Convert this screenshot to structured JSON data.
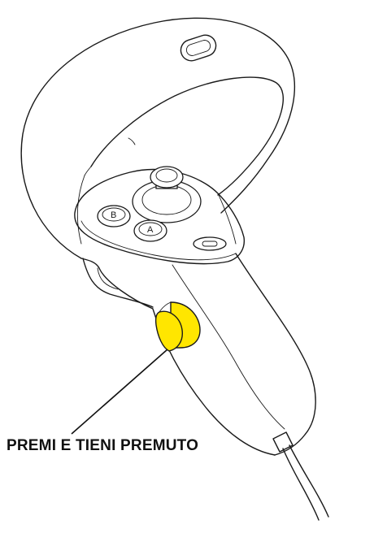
{
  "callout": {
    "label": "PREMI E TIENI PREMUTO"
  },
  "buttons": {
    "b_label": "B",
    "a_label": "A"
  },
  "colors": {
    "highlight": "#FFE600",
    "outline": "#1a1a1a",
    "background": "#ffffff"
  },
  "icons": {
    "controller": "vr-controller-icon",
    "grip_button": "grip-button-highlight",
    "menu_button": "oculus-menu-button",
    "thumbstick": "thumbstick"
  }
}
